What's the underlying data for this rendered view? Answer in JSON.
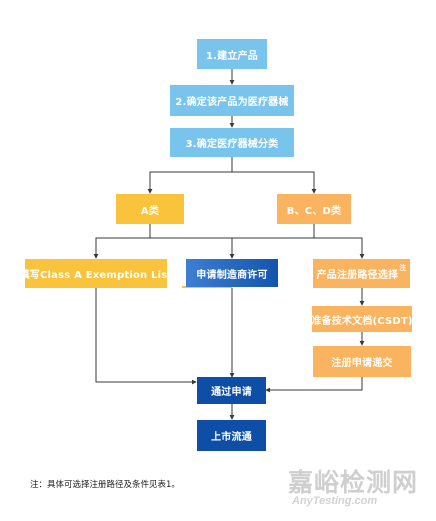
{
  "flowchart": {
    "step1": "1.建立产品",
    "step2": "2.确定该产品为医疗器械",
    "step3": "3.确定医疗器械分类",
    "class_a": "A类",
    "class_bcd": "B、C、D类",
    "class_a_exemption": "填写Class A Exemption List",
    "establishment_license": "申请制造商许可",
    "registration_path": "产品注册路径选择",
    "registration_path_note_mark": "注",
    "prepare_csdt": "准备技术文档(CSDT)",
    "submit_application": "注册申请递交",
    "approval": "通过申请",
    "market_launch": "上市流通"
  },
  "footnote": "注：具体可选择注册路径及条件见表1。",
  "watermark": {
    "cn": "嘉峪检测网",
    "en": "AnyTesting.com"
  },
  "colors": {
    "light_blue": "#79c4ec",
    "gold": "#f9c33c",
    "orange": "#fab45f",
    "navy": "#0f4ea6",
    "connector": "#3a3a3a",
    "accent_yellow": "#f9c33c"
  }
}
